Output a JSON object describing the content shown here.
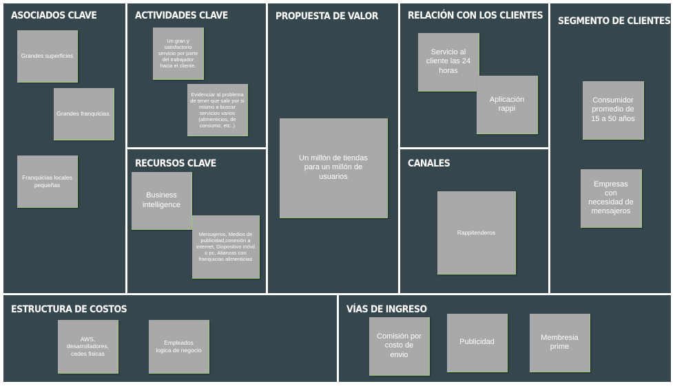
{
  "sections": {
    "asociados": "ASOCIADOS CLAVE",
    "actividades": "ACTIVIDADES CLAVE",
    "recursos": "RECURSOS CLAVE",
    "propuesta": "PROPUESTA DE VALOR",
    "relacion": "RELACIÓN CON LOS CLIENTES",
    "canales": "CANALES",
    "segmento": "SEGMENTO DE CLIENTES",
    "costos": "ESTRUCTURA DE COSTOS",
    "ingresos": "VÍAS DE INGRESO"
  },
  "notes": {
    "asociados": [
      "Grandes superficies",
      "Grandes franquicias.",
      "Franquicias locales pequeñas"
    ],
    "actividades": [
      "Un gran y satisfactorio servicio por parte del trabajador hacia el cliente.",
      "Evidenciar al problema de tener que salir por si mismo a buscar servicios varios (alimenticios, de consumo, etc..)"
    ],
    "recursos": [
      "Business intelligence",
      "Mensajeros, Medios de publicidad,conexión a internet, Dispositivo móvil o pc, Alianzas con franquicias alimenticias"
    ],
    "propuesta": [
      "Un millón de tiendas para un millón de usuarios"
    ],
    "relacion": [
      "Servicio al cliente las 24 horas",
      "Aplicación rappi"
    ],
    "canales": [
      "Rappitenderos"
    ],
    "segmento": [
      "Consumidor promedio de 15 a 50 años",
      "Empresas con necesidad de mensajeros"
    ],
    "costos": [
      "AWS, desarrolladores, cedes fisicas",
      "Empleados logica de negocio"
    ],
    "ingresos": [
      "Comisión por costo de envio",
      "Publicidad",
      "Membresia prime"
    ]
  },
  "colors": {
    "panel": "#36464d",
    "note": "#a9a9a9",
    "note_edge": "#9ccf7a",
    "gap": "#ffffff"
  }
}
